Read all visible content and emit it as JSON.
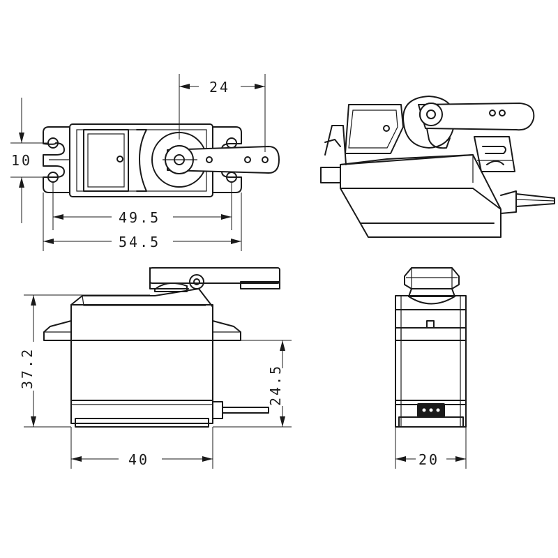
{
  "dimensions": {
    "top_horn_offset": "24",
    "top_tab_height": "10",
    "top_hole_spacing": "49.5",
    "top_overall_length": "54.5",
    "side_height": "37.2",
    "side_flange_height": "24.5",
    "side_length": "40",
    "end_width": "20"
  },
  "colors": {
    "line": "#1a1a1a",
    "background": "#ffffff"
  }
}
